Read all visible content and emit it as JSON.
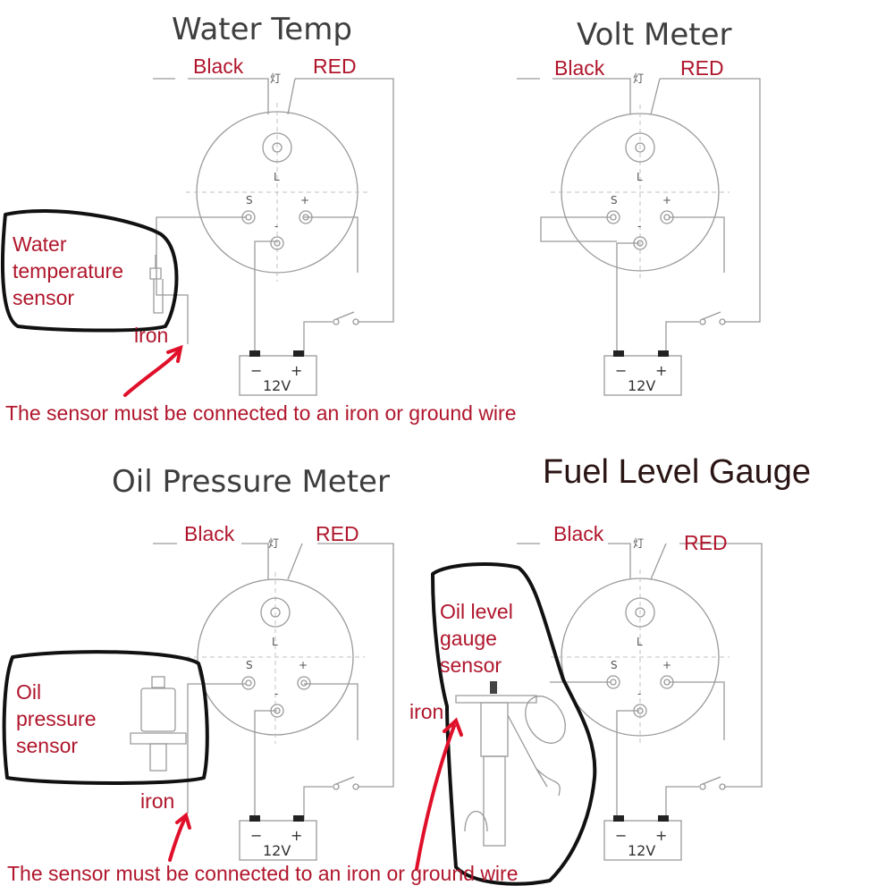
{
  "titles": {
    "water_temp": "Water Temp",
    "volt_meter": "Volt Meter",
    "oil_pressure": "Oil Pressure Meter",
    "fuel_level": "Fuel Level Gauge"
  },
  "wire_labels": {
    "black": "Black",
    "red": "RED",
    "lamp": "灯"
  },
  "terminal_labels": {
    "s": "S",
    "plus": "+",
    "minus": "-",
    "l": "L"
  },
  "battery": {
    "label": "12V",
    "minus": "−",
    "plus": "+"
  },
  "sensors": {
    "water_line1": "Water",
    "water_line2": "temperature",
    "water_line3": "sensor",
    "oil_line1": "Oil",
    "oil_line2": "pressure",
    "oil_line3": "sensor",
    "fuel_line1": "Oil level",
    "fuel_line2": "gauge",
    "fuel_line3": "sensor"
  },
  "iron_label": "iron",
  "note": "The sensor must be connected to an iron or ground wire",
  "colors": {
    "annotation": "#b0162c",
    "arrow": "#e0102a",
    "outline": "#111111",
    "wire": "#9a9a9a"
  }
}
